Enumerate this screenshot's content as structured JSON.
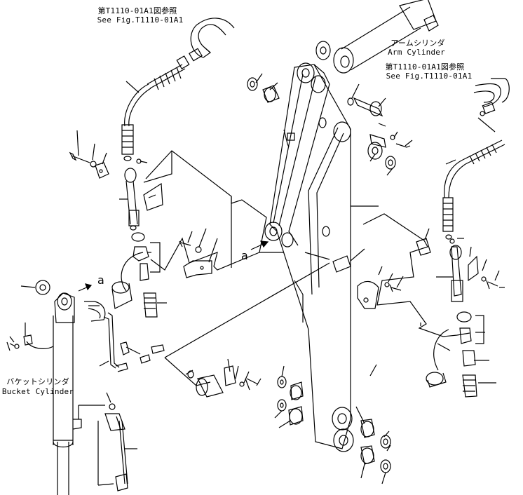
{
  "references": {
    "top_left": {
      "jp": "第T1110-01A1図参照",
      "en": "See Fig.T1110-01A1"
    },
    "right": {
      "jp": "第T1110-01A1図参照",
      "en": "See Fig.T1110-01A1"
    }
  },
  "arm_cylinder": {
    "jp": "アームシリンダ",
    "en": "Arm Cylinder"
  },
  "bucket_cylinder": {
    "jp": "バケットシリンダ",
    "en": "Bucket Cylinder"
  },
  "markers": {
    "a1": "a",
    "a2": "a"
  }
}
